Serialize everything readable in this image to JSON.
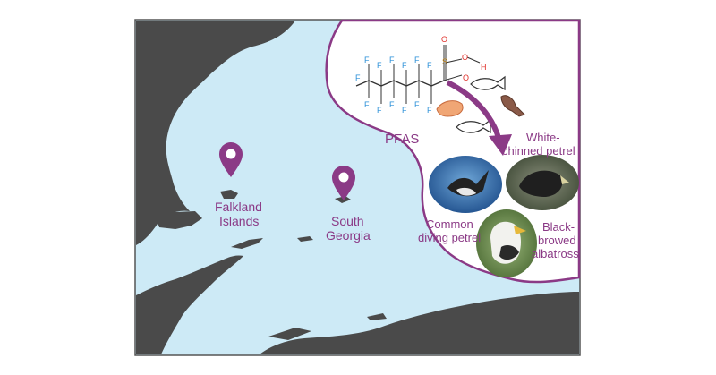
{
  "locations": [
    {
      "name_line1": "Falkland",
      "name_line2": "Islands"
    },
    {
      "name_line1": "South",
      "name_line2": "Georgia"
    }
  ],
  "chemical": {
    "label": "PFAS",
    "atom_f": "F",
    "atom_s": "S",
    "atom_o": "O",
    "atom_h": "H"
  },
  "birds": [
    {
      "line1": "White-",
      "line2": "chinned petrel"
    },
    {
      "line1": "Common",
      "line2": "diving petrel"
    },
    {
      "line1": "Black-",
      "line2": "browed",
      "line3": "albatross"
    }
  ],
  "colors": {
    "ocean": "#cdeaf6",
    "land": "#4a4a4a",
    "accent": "#8b3a86",
    "fluorine": "#2a8fd8",
    "oxygen": "#e0302a",
    "sulfur": "#c98b1a"
  },
  "icons": [
    "location-pin-icon",
    "fish-icon",
    "krill-icon",
    "squid-icon",
    "arrow-icon"
  ]
}
